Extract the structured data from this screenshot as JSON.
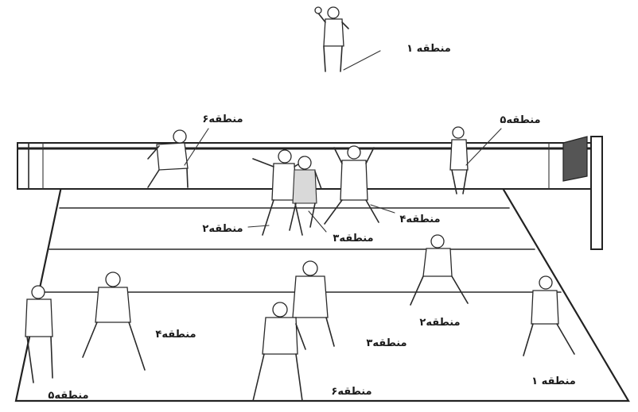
{
  "zone_labels": {
    "server": "منطقه ۱",
    "front": {
      "zone6": "منطقه۶",
      "zone5": "منطقه۵",
      "zone4": "منطقه۴",
      "zone3": "منطقه۳",
      "zone2": "منطقه۲"
    },
    "back": {
      "zone4": "منطقه۴",
      "zone3": "منطقه۳",
      "zone2": "منطقه۲",
      "zone1": "منطقه ۱",
      "zone6": "منطقه۶",
      "zone5": "منطقه۵"
    }
  }
}
